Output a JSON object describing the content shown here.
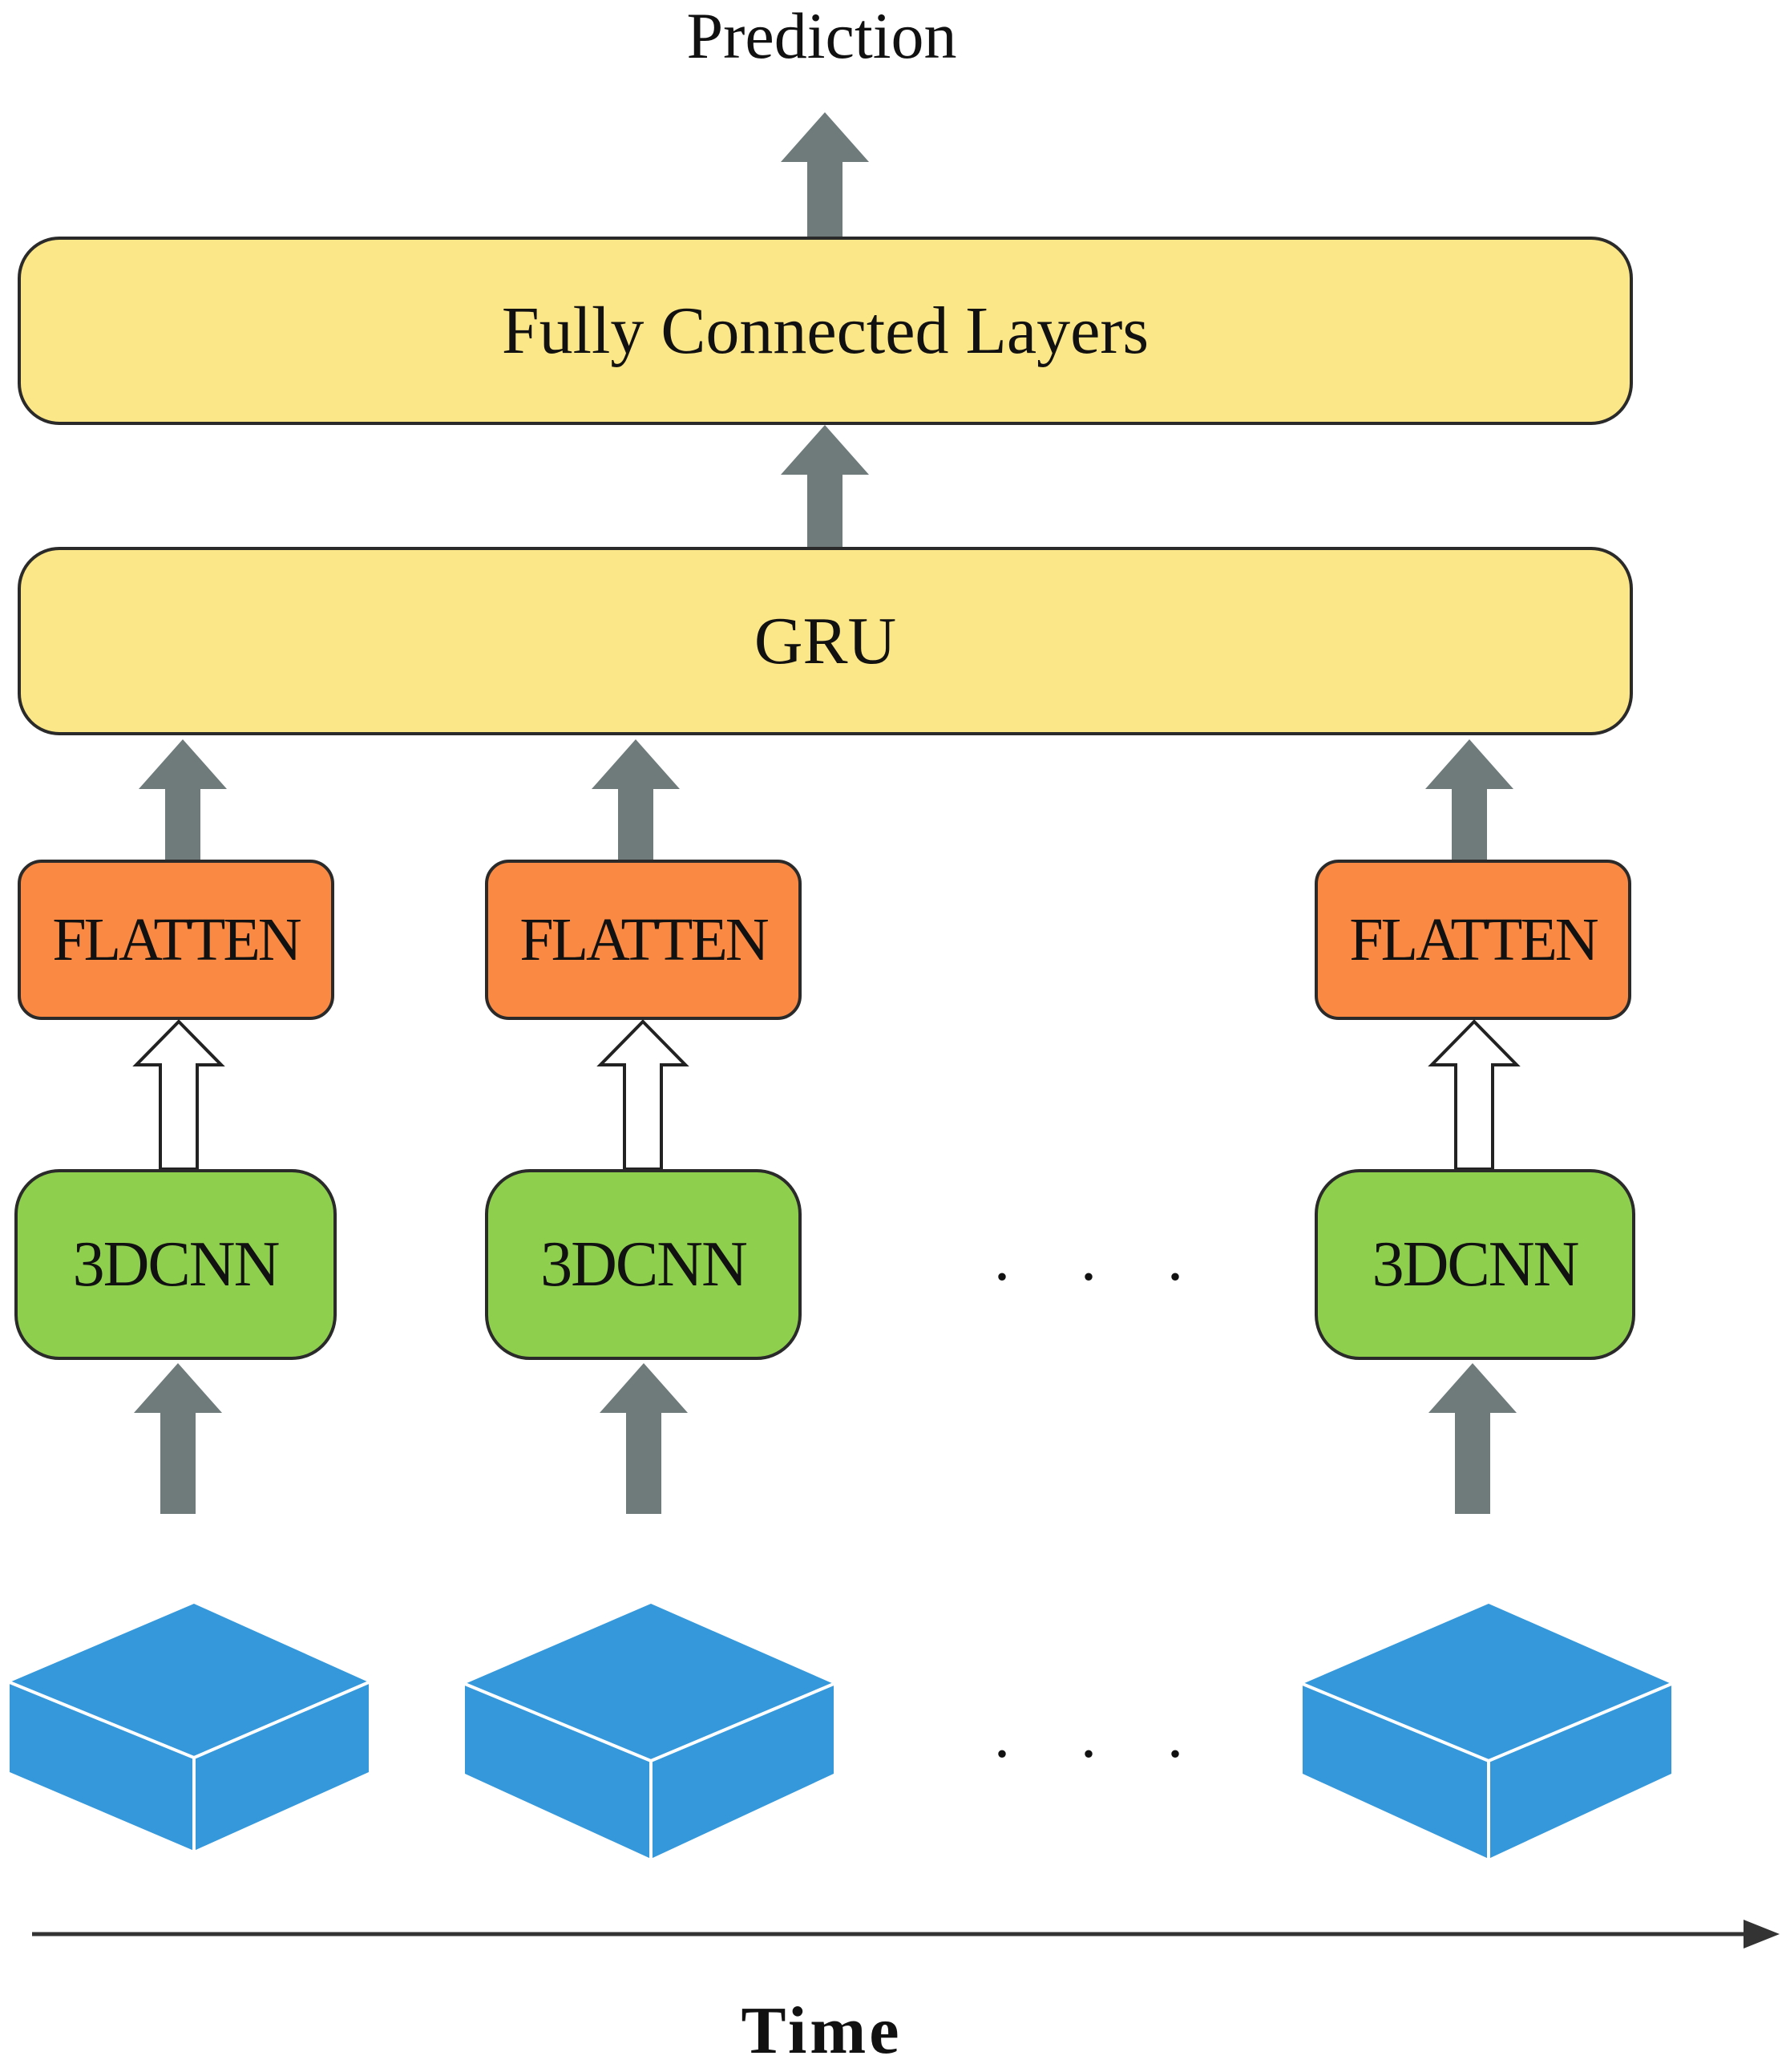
{
  "diagram": {
    "output_label": "Prediction",
    "dense_label": "Fully Connected Layers",
    "rnn_label": "GRU",
    "columns": [
      {
        "flatten_label": "FLATTEN",
        "cnn_label": "3DCNN"
      },
      {
        "flatten_label": "FLATTEN",
        "cnn_label": "3DCNN"
      },
      {
        "flatten_label": "FLATTEN",
        "cnn_label": "3DCNN"
      }
    ],
    "ellipsis": ". . .",
    "time_label": "Time"
  },
  "colors": {
    "wide_box_fill": "#FBE688",
    "flatten_fill": "#FA8A43",
    "cnn_fill": "#8FCF4E",
    "cube_fill": "#3498DB",
    "gray_arrow": "#6F7A7A",
    "axis": "#333333"
  }
}
